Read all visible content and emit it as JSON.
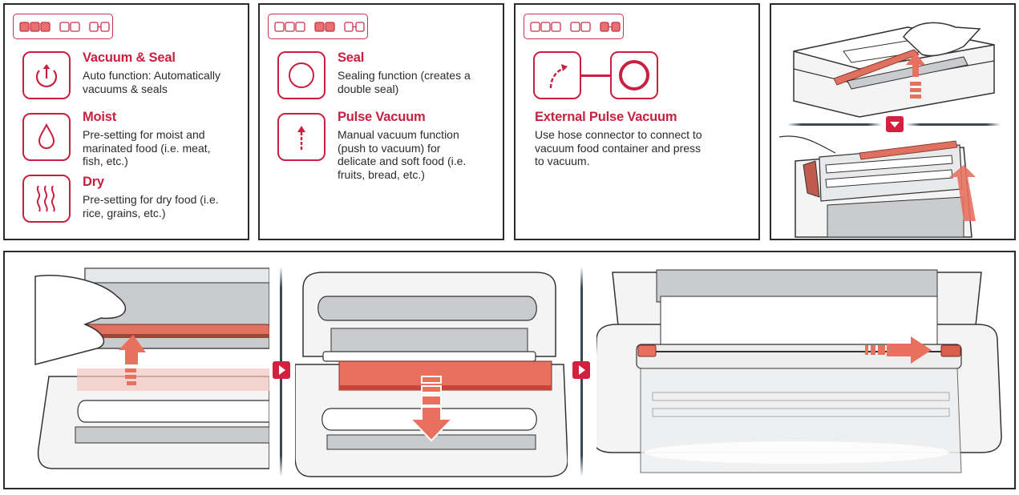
{
  "colors": {
    "accent": "#c8203f",
    "indicator_fill": "#e8706e",
    "border": "#2b2b2b",
    "illustration_red": "#e8705f",
    "illustration_grey": "#c9cbce",
    "divider": "#3a4a55"
  },
  "panels": [
    {
      "indicator": {
        "active_group": 0,
        "groups": [
          "three-squares",
          "two-squares",
          "linked-squares"
        ]
      },
      "functions": [
        {
          "icon": "power-arrow-icon",
          "title": "Vacuum & Seal",
          "desc_lines": [
            "Auto function: Automatically",
            "vacuums & seals"
          ]
        },
        {
          "icon": "water-drop-icon",
          "title": "Moist",
          "desc_lines": [
            "Pre-setting for moist and",
            "marinated food (i.e. meat,",
            "fish, etc.)"
          ]
        },
        {
          "icon": "heat-waves-icon",
          "title": "Dry",
          "desc_lines": [
            "Pre-setting for dry food (i.e.",
            "rice, grains, etc.)"
          ]
        }
      ]
    },
    {
      "indicator": {
        "active_group": 1,
        "groups": [
          "three-squares",
          "two-squares",
          "linked-squares"
        ]
      },
      "functions": [
        {
          "icon": "circle-icon",
          "title": "Seal",
          "desc_lines": [
            "Sealing function (creates a",
            "double seal)"
          ]
        },
        {
          "icon": "dashed-up-arrow-icon",
          "title": "Pulse Vacuum",
          "desc_lines": [
            "Manual vacuum function",
            "(push to vacuum) for",
            "delicate and soft food (i.e.",
            "fruits, bread, etc.)"
          ]
        }
      ]
    },
    {
      "indicator": {
        "active_group": 2,
        "groups": [
          "three-squares",
          "two-squares",
          "linked-squares"
        ]
      },
      "functions": [
        {
          "icon": "curved-arrow-linked-circle-icon",
          "title": "External Pulse Vacuum",
          "desc_lines": [
            "Use hose connector to connect to",
            "vacuum food container and press",
            "to vacuum."
          ]
        }
      ]
    }
  ],
  "illustrations": {
    "lid_panel": [
      "lift-lid-step-1",
      "open-lid-step-2"
    ],
    "steps": [
      "lift-cutter-bar",
      "pull-bag-roll-down",
      "slide-cutter-across"
    ]
  }
}
